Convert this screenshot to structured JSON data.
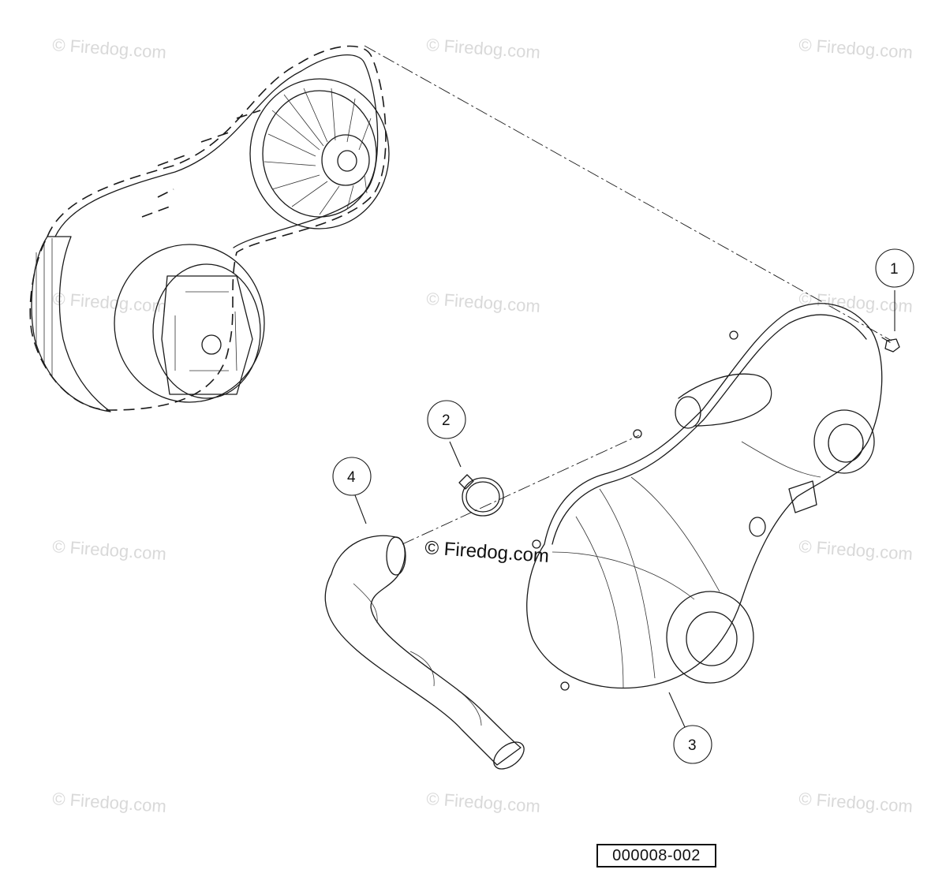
{
  "watermark": {
    "text": "© Firedog.com",
    "center_text": "© Firedog.com"
  },
  "callouts": [
    {
      "number": "1",
      "part": "bolt"
    },
    {
      "number": "2",
      "part": "hose-clamp"
    },
    {
      "number": "3",
      "part": "outer-cover"
    },
    {
      "number": "4",
      "part": "air-duct-hose"
    }
  ],
  "drawing_code": "000008-002",
  "colors": {
    "line": "#1a1a1a",
    "watermark": "#d9d9d9",
    "background": "#ffffff"
  }
}
